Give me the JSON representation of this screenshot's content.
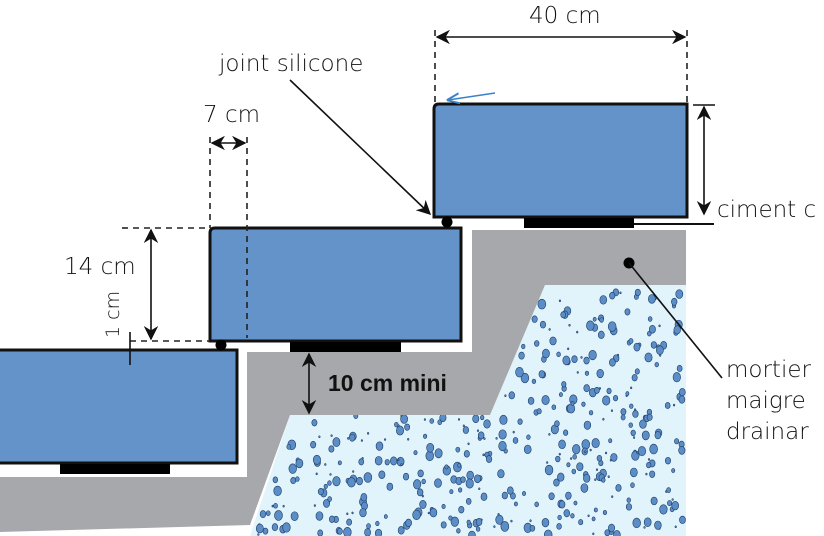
{
  "labels": {
    "width_top": "40 cm",
    "overlap": "7 cm",
    "height": "14 cm",
    "joint_gap": "1 cm",
    "min_depth": "10 cm mini",
    "joint": "joint silicone",
    "cement": "ciment c",
    "mortar_line1": "mortier",
    "mortar_line2": "maigre",
    "mortar_line3": "drainar"
  },
  "colors": {
    "block": "#6393c9",
    "mortar": "#a7a8ab",
    "gravel": "#e1f3fb",
    "accent_arrow": "#3a82c8"
  }
}
